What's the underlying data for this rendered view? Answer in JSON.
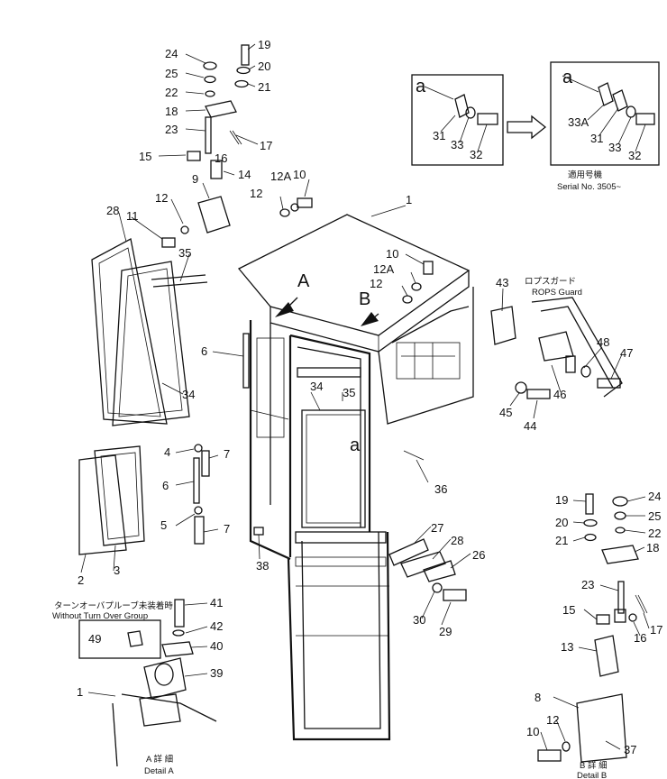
{
  "labels": {
    "n1": "1",
    "n2": "2",
    "n3": "3",
    "n4": "4",
    "n5": "5",
    "n6": "6",
    "n7": "7",
    "n8": "8",
    "n9": "9",
    "n10": "10",
    "n11": "11",
    "n12": "12",
    "n12a": "12A",
    "n13": "13",
    "n14": "14",
    "n15": "15",
    "n16": "16",
    "n17": "17",
    "n18": "18",
    "n19": "19",
    "n20": "20",
    "n21": "21",
    "n22": "22",
    "n23": "23",
    "n24": "24",
    "n25": "25",
    "n26": "26",
    "n27": "27",
    "n28": "28",
    "n29": "29",
    "n30": "30",
    "n31": "31",
    "n32": "32",
    "n33": "33",
    "n33a": "33A",
    "n34": "34",
    "n35": "35",
    "n36": "36",
    "n37": "37",
    "n38": "38",
    "n39": "39",
    "n40": "40",
    "n41": "41",
    "n42": "42",
    "n43": "43",
    "n44": "44",
    "n45": "45",
    "n46": "46",
    "n47": "47",
    "n48": "48",
    "n49": "49",
    "arrowA": "A",
    "arrowB": "B",
    "viewA": "a"
  },
  "annotations": {
    "serial_jp": "適用号機",
    "serial_en": "Serial No. 3505~",
    "rops_jp": "ロプスガード",
    "rops_en": "ROPS Guard",
    "turnover_jp": "ターンオーバプルーブ未装着時",
    "turnover_en": "Without Turn Over Group",
    "detailA_jp": "A 詳 細",
    "detailA_en": "Detail A",
    "detailB_jp": "B 詳 細",
    "detailB_en": "Detail B"
  }
}
